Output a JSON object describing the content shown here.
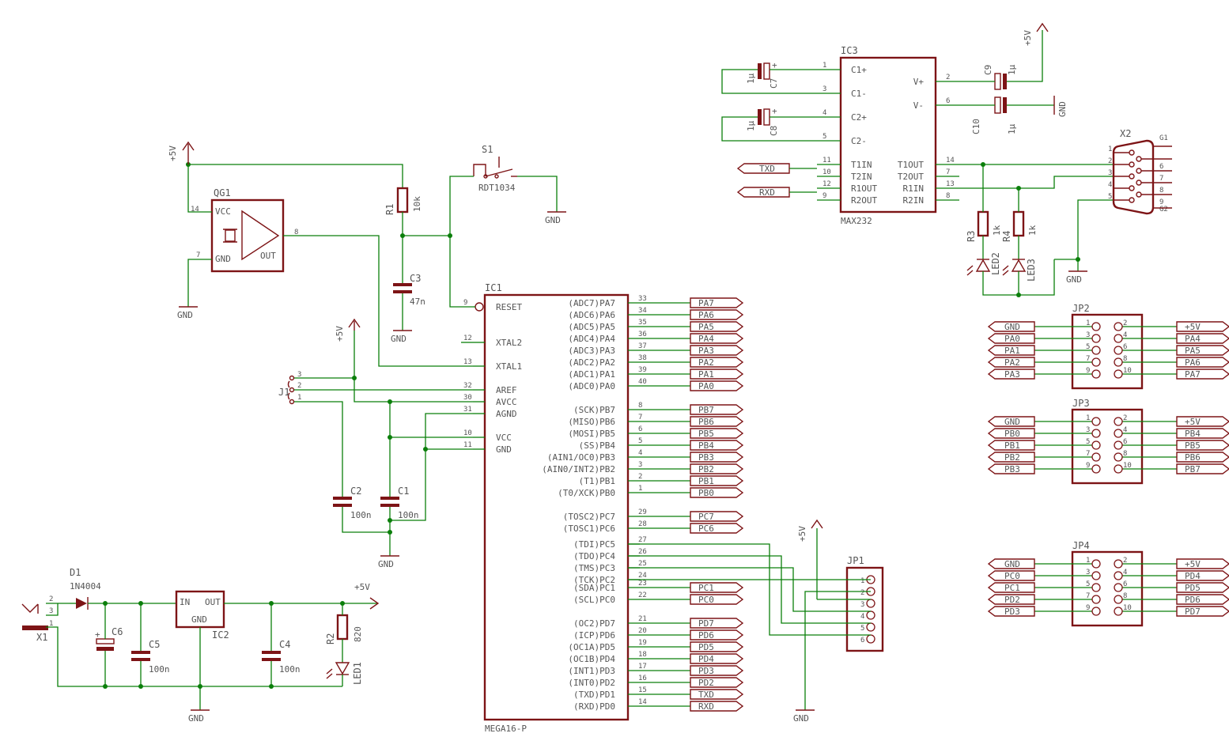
{
  "components": {
    "qg1": {
      "name": "QG1",
      "vcc": "VCC",
      "gnd": "GND",
      "out": "OUT",
      "pins": {
        "vcc": "14",
        "gnd": "7",
        "out": "8"
      }
    },
    "r1": {
      "name": "R1",
      "value": "10k"
    },
    "c3": {
      "name": "C3",
      "value": "47n"
    },
    "s1": {
      "name": "S1",
      "part": "RDT1034"
    },
    "ic1": {
      "name": "IC1",
      "part": "MEGA16-P",
      "left": [
        {
          "pin": "9",
          "label": "RESET"
        },
        {
          "pin": "12",
          "label": "XTAL2"
        },
        {
          "pin": "13",
          "label": "XTAL1"
        },
        {
          "pin": "32",
          "label": "AREF"
        },
        {
          "pin": "30",
          "label": "AVCC"
        },
        {
          "pin": "31",
          "label": "AGND"
        },
        {
          "pin": "10",
          "label": "VCC"
        },
        {
          "pin": "11",
          "label": "GND"
        }
      ],
      "right": [
        {
          "pin": "33",
          "label": "(ADC7)PA7",
          "net": "PA7"
        },
        {
          "pin": "34",
          "label": "(ADC6)PA6",
          "net": "PA6"
        },
        {
          "pin": "35",
          "label": "(ADC5)PA5",
          "net": "PA5"
        },
        {
          "pin": "36",
          "label": "(ADC4)PA4",
          "net": "PA4"
        },
        {
          "pin": "37",
          "label": "(ADC3)PA3",
          "net": "PA3"
        },
        {
          "pin": "38",
          "label": "(ADC2)PA2",
          "net": "PA2"
        },
        {
          "pin": "39",
          "label": "(ADC1)PA1",
          "net": "PA1"
        },
        {
          "pin": "40",
          "label": "(ADC0)PA0",
          "net": "PA0"
        },
        {
          "pin": "8",
          "label": "(SCK)PB7",
          "net": "PB7"
        },
        {
          "pin": "7",
          "label": "(MISO)PB6",
          "net": "PB6"
        },
        {
          "pin": "6",
          "label": "(MOSI)PB5",
          "net": "PB5"
        },
        {
          "pin": "5",
          "label": "(SS)PB4",
          "net": "PB4"
        },
        {
          "pin": "4",
          "label": "(AIN1/OC0)PB3",
          "net": "PB3"
        },
        {
          "pin": "3",
          "label": "(AIN0/INT2)PB2",
          "net": "PB2"
        },
        {
          "pin": "2",
          "label": "(T1)PB1",
          "net": "PB1"
        },
        {
          "pin": "1",
          "label": "(T0/XCK)PB0",
          "net": "PB0"
        },
        {
          "pin": "29",
          "label": "(TOSC2)PC7",
          "net": "PC7"
        },
        {
          "pin": "28",
          "label": "(TOSC1)PC6",
          "net": "PC6"
        },
        {
          "pin": "27",
          "label": "(TDI)PC5",
          "net": ""
        },
        {
          "pin": "26",
          "label": "(TDO)PC4",
          "net": ""
        },
        {
          "pin": "25",
          "label": "(TMS)PC3",
          "net": ""
        },
        {
          "pin": "24",
          "label": "(TCK)PC2",
          "net": ""
        },
        {
          "pin": "23",
          "label": "(SDA)PC1",
          "net": "PC1"
        },
        {
          "pin": "22",
          "label": "(SCL)PC0",
          "net": "PC0"
        },
        {
          "pin": "21",
          "label": "(OC2)PD7",
          "net": "PD7"
        },
        {
          "pin": "20",
          "label": "(ICP)PD6",
          "net": "PD6"
        },
        {
          "pin": "19",
          "label": "(OC1A)PD5",
          "net": "PD5"
        },
        {
          "pin": "18",
          "label": "(OC1B)PD4",
          "net": "PD4"
        },
        {
          "pin": "17",
          "label": "(INT1)PD3",
          "net": "PD3"
        },
        {
          "pin": "16",
          "label": "(INT0)PD2",
          "net": "PD2"
        },
        {
          "pin": "15",
          "label": "(TXD)PD1",
          "net": "TXD"
        },
        {
          "pin": "14",
          "label": "(RXD)PD0",
          "net": "RXD"
        }
      ]
    },
    "j1": {
      "name": "J1",
      "pins": [
        "3",
        "2",
        "1"
      ]
    },
    "c1": {
      "name": "C1",
      "value": "100n"
    },
    "c2": {
      "name": "C2",
      "value": "100n"
    },
    "d1": {
      "name": "D1",
      "part": "1N4004"
    },
    "x1": {
      "name": "X1",
      "pins": [
        "2",
        "3",
        "1"
      ]
    },
    "c6": {
      "name": "C6"
    },
    "c5": {
      "name": "C5",
      "value": "100n"
    },
    "ic2": {
      "name": "IC2",
      "in": "IN",
      "out": "OUT",
      "gnd": "GND"
    },
    "c4": {
      "name": "C4",
      "value": "100n"
    },
    "r2": {
      "name": "R2",
      "value": "820"
    },
    "led1": {
      "name": "LED1"
    },
    "jp1": {
      "name": "JP1",
      "pins": [
        "1",
        "2",
        "3",
        "4",
        "5",
        "6"
      ]
    },
    "ic3": {
      "name": "IC3",
      "part": "MAX232",
      "left": [
        {
          "pin": "1",
          "label": "C1+"
        },
        {
          "pin": "3",
          "label": "C1-"
        },
        {
          "pin": "4",
          "label": "C2+"
        },
        {
          "pin": "5",
          "label": "C2-"
        },
        {
          "pin": "11",
          "label": "T1IN"
        },
        {
          "pin": "10",
          "label": "T2IN"
        },
        {
          "pin": "12",
          "label": "R1OUT"
        },
        {
          "pin": "9",
          "label": "R2OUT"
        }
      ],
      "right": [
        {
          "pin": "2",
          "label": "V+"
        },
        {
          "pin": "6",
          "label": "V-"
        },
        {
          "pin": "14",
          "label": "T1OUT"
        },
        {
          "pin": "7",
          "label": "T2OUT"
        },
        {
          "pin": "13",
          "label": "R1IN"
        },
        {
          "pin": "8",
          "label": "R2IN"
        }
      ]
    },
    "c7": {
      "name": "C7",
      "value": "1µ"
    },
    "c8": {
      "name": "C8",
      "value": "1µ"
    },
    "c9": {
      "name": "C9",
      "value": "1µ"
    },
    "c10": {
      "name": "C10",
      "value": "1µ"
    },
    "x2": {
      "name": "X2",
      "left": [
        "1",
        "2",
        "3",
        "4",
        "5"
      ],
      "right": [
        "6",
        "7",
        "8",
        "9"
      ],
      "g1": "G1",
      "g2": "G2"
    },
    "r3": {
      "name": "R3",
      "value": "1k"
    },
    "r4": {
      "name": "R4",
      "value": "1k"
    },
    "led2": {
      "name": "LED2"
    },
    "led3": {
      "name": "LED3"
    },
    "jp2": {
      "name": "JP2",
      "left_nets": [
        "GND",
        "PA0",
        "PA1",
        "PA2",
        "PA3"
      ],
      "right_nets": [
        "+5V",
        "PA4",
        "PA5",
        "PA6",
        "PA7"
      ]
    },
    "jp3": {
      "name": "JP3",
      "left_nets": [
        "GND",
        "PB0",
        "PB1",
        "PB2",
        "PB3"
      ],
      "right_nets": [
        "+5V",
        "PB4",
        "PB5",
        "PB6",
        "PB7"
      ]
    },
    "jp4": {
      "name": "JP4",
      "left_nets": [
        "GND",
        "PC0",
        "PC1",
        "PD2",
        "PD3"
      ],
      "right_nets": [
        "+5V",
        "PD4",
        "PD5",
        "PD6",
        "PD7"
      ]
    }
  },
  "header_pins": {
    "odd": [
      "1",
      "3",
      "5",
      "7",
      "9"
    ],
    "even": [
      "2",
      "4",
      "6",
      "8",
      "10"
    ]
  },
  "nets": {
    "vcc": "+5V",
    "gnd": "GND",
    "txd": "TXD",
    "rxd": "RXD"
  }
}
